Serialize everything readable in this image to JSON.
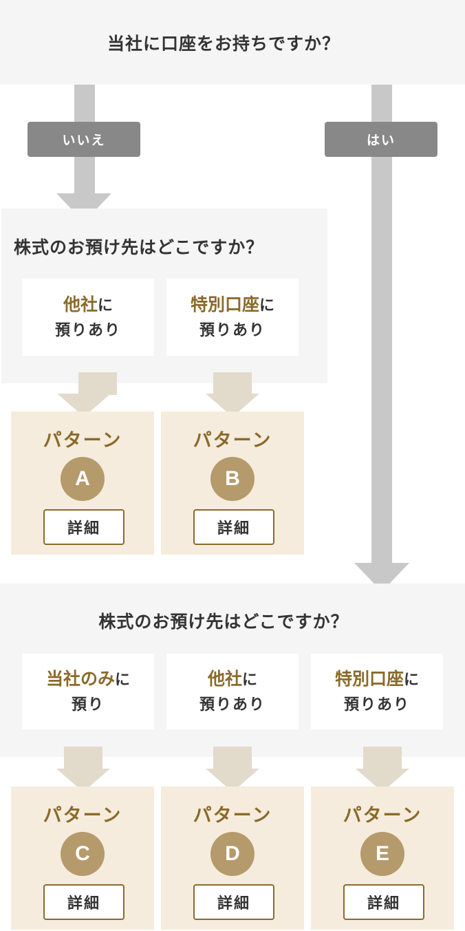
{
  "header": {
    "question": "当社に口座をお持ちですか？"
  },
  "branches": {
    "no_label": "いいえ",
    "yes_label": "はい"
  },
  "no_section": {
    "question": "株式のお預け先はどこですか？",
    "options": [
      {
        "highlight": "他社",
        "suffix": "に",
        "line2": "預りあり"
      },
      {
        "highlight": "特別口座",
        "suffix": "に",
        "line2": "預りあり"
      }
    ],
    "patterns": [
      {
        "title": "パターン",
        "letter": "A",
        "button": "詳細"
      },
      {
        "title": "パターン",
        "letter": "B",
        "button": "詳細"
      }
    ]
  },
  "yes_section": {
    "question": "株式のお預け先はどこですか？",
    "options": [
      {
        "highlight": "当社のみ",
        "suffix": "に",
        "line2": "預り"
      },
      {
        "highlight": "他社",
        "suffix": "に",
        "line2": "預りあり"
      },
      {
        "highlight": "特別口座",
        "suffix": "に",
        "line2": "預りあり"
      }
    ],
    "patterns": [
      {
        "title": "パターン",
        "letter": "C",
        "button": "詳細"
      },
      {
        "title": "パターン",
        "letter": "D",
        "button": "詳細"
      },
      {
        "title": "パターン",
        "letter": "E",
        "button": "詳細"
      }
    ]
  },
  "colors": {
    "accent_text": "#8a6a2a",
    "pattern_bg": "#f5ecdd",
    "circle_bg": "#b59a6c",
    "panel_bg": "#f5f5f5",
    "arrow_grey": "#c8c8c8",
    "label_grey": "#888888"
  }
}
